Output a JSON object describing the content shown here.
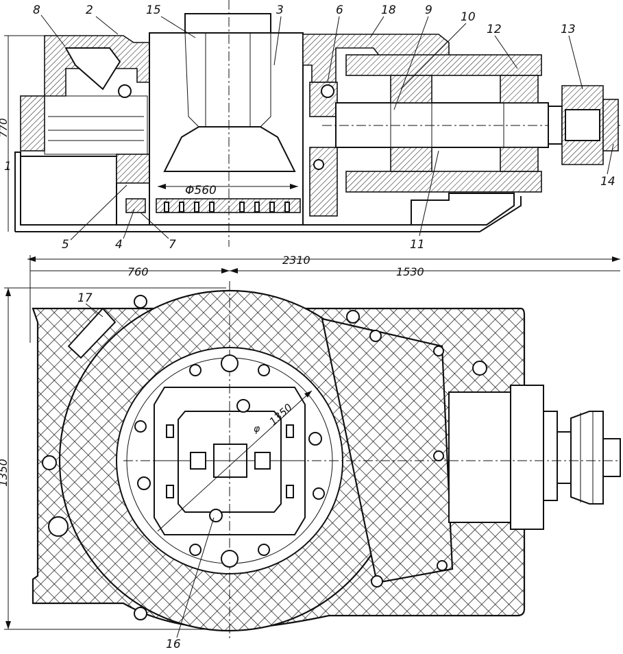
{
  "labels": {
    "part_1": "1",
    "part_2": "2",
    "part_3": "3",
    "part_4": "4",
    "part_5": "5",
    "part_6": "6",
    "part_7": "7",
    "part_8": "8",
    "part_9": "9",
    "part_10": "10",
    "part_11": "11",
    "part_12": "12",
    "part_13": "13",
    "part_14": "14",
    "part_15": "15",
    "part_16": "16",
    "part_17": "17",
    "part_18": "18"
  },
  "dimensions": {
    "height_770": "770",
    "bore_560": "Φ560",
    "width_2310": "2310",
    "offset_760": "760",
    "length_1530": "1530",
    "table_1350": "1350",
    "depth_1350": "1350",
    "diameter_symbol": "φ"
  }
}
